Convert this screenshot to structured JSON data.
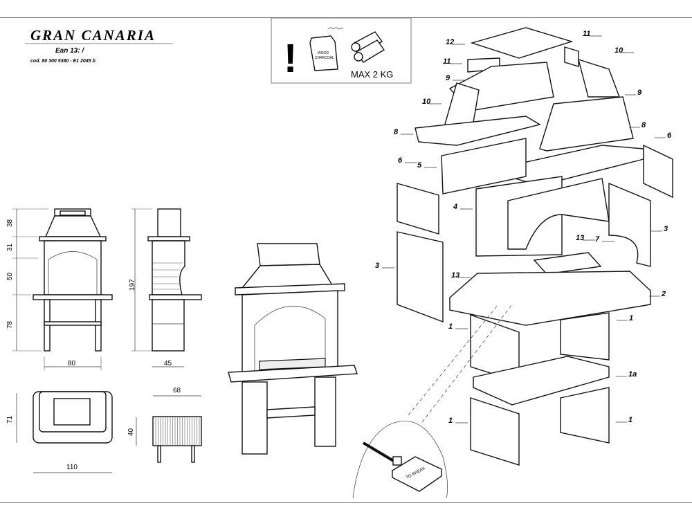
{
  "header": {
    "title": "GRAN  CANARIA",
    "ean": "Ean 13:  /",
    "code": "cod. 80 300 5380  - E1 2045 b"
  },
  "warning_box": {
    "exclamation": "!",
    "bag_label_line1": "WOOD",
    "bag_label_line2": "CHARCOAL",
    "max_load": "MAX 2 KG"
  },
  "dimensions": {
    "front_heights": [
      "38",
      "31",
      "50",
      "78"
    ],
    "front_width": "80",
    "total_height": "197",
    "side_width": "45",
    "top_depth": "71",
    "top_width": "110",
    "grill_width": "68",
    "grill_height": "40"
  },
  "detail": {
    "break_label": "TO BREAK"
  },
  "part_labels": [
    "12",
    "11",
    "11",
    "10",
    "9",
    "9",
    "10",
    "8",
    "8",
    "6",
    "6",
    "5",
    "4",
    "7",
    "3",
    "13",
    "13",
    "3",
    "2",
    "1",
    "1",
    "1a",
    "1",
    "1"
  ]
}
